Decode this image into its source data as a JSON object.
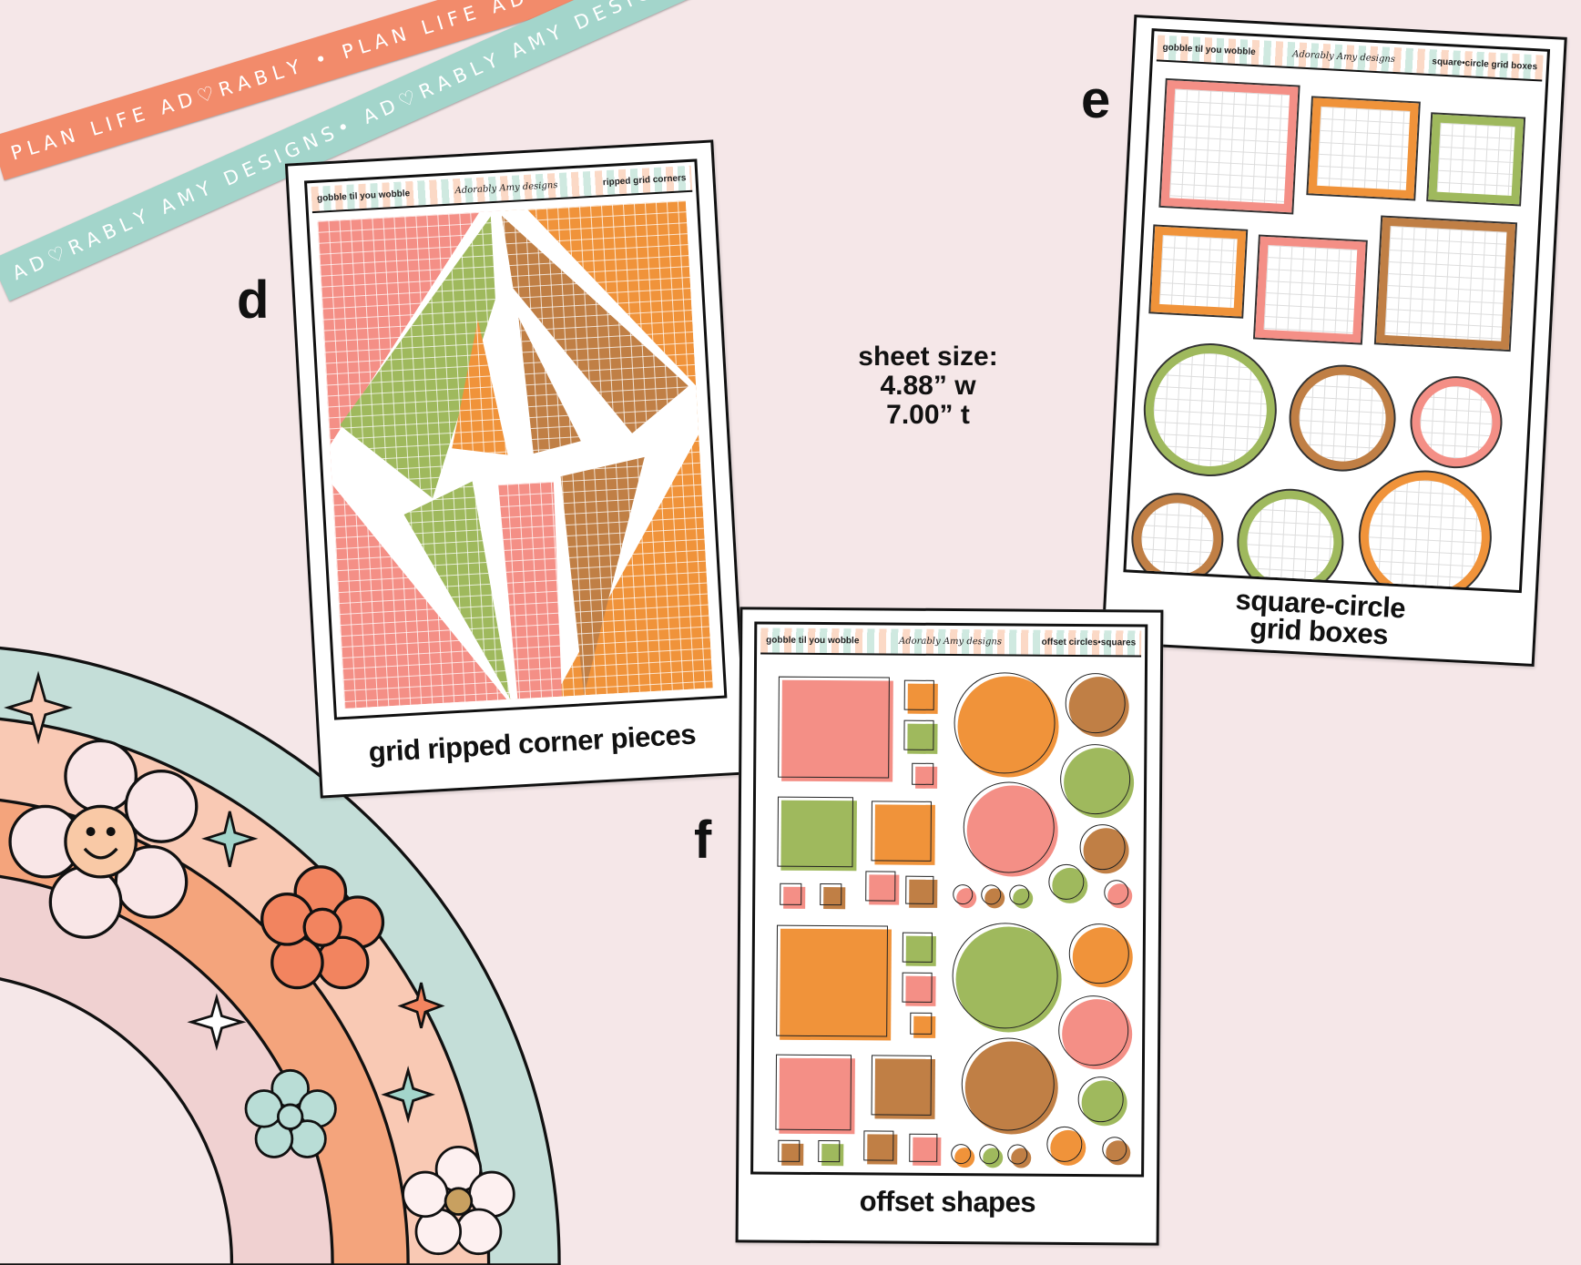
{
  "ribbons": {
    "orange": "PLAN LIFE AD♡RABLY • PLAN LIFE AD♡RABLY • PLAN LIFE AD♡RABLY •",
    "teal": "AD♡RABLY AMY DESIGNS• AD♡RABLY AMY DESIGNS• AD♡RABLY AMY DESIGNS•"
  },
  "brand": {
    "logo": "Adorably Amy designs",
    "collection": "gobble til you wobble"
  },
  "sheet_d": {
    "letter": "d",
    "header_right": "ripped grid corners",
    "caption": "grid ripped corner pieces"
  },
  "sheet_e": {
    "letter": "e",
    "header_right": "square•circle grid boxes",
    "caption_line1": "square-circle",
    "caption_line2": "grid boxes"
  },
  "sheet_f": {
    "letter": "f",
    "header_right": "offset circles•squares",
    "caption": "offset shapes"
  },
  "sheet_size": {
    "label": "sheet size:",
    "width": "4.88” w",
    "height": "7.00” t"
  },
  "colors": {
    "pink": "#f48f86",
    "orange": "#f0933a",
    "green": "#9fb95d",
    "brown": "#c07f45",
    "teal": "#a3d5cb",
    "ribbon_orange": "#f28b6b",
    "background": "#f5e7e8"
  }
}
